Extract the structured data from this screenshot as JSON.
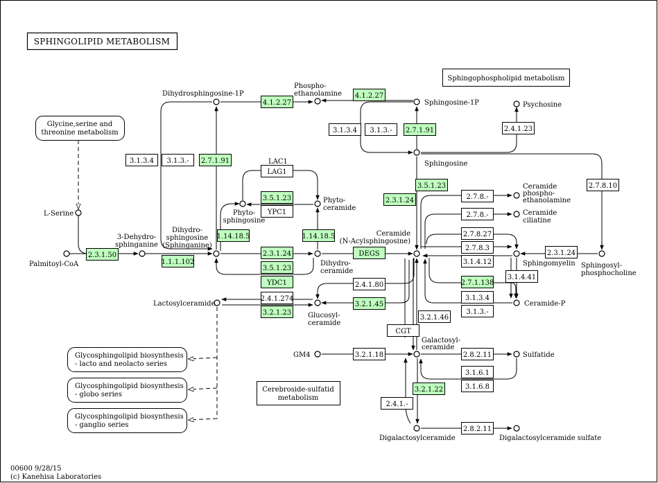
{
  "title": "SPHINGOLIPID  METABOLISM",
  "colors": {
    "enzyme_fill": "#bfffbf",
    "plain_fill": "#ffffff",
    "line": "#000000"
  },
  "footer": {
    "id_date": "00600 9/28/15",
    "copyright": "(c) Kanehisa Laboratories"
  },
  "compounds": {
    "palmitoyl_coa": "Palmitoyl-CoA",
    "l_serine": "L-Serine",
    "dehydro_sphinganine": [
      "3-Dehydro-",
      "sphinganine"
    ],
    "dihydrosphingosine": [
      "Dihydro-",
      "sphingosine",
      "(Sphinganine)"
    ],
    "dihydrosphingosine_1p": "Dihydrosphingosine-1P",
    "phosphoethanolamine": [
      "Phospho-",
      "ethanolamine"
    ],
    "sphingosine_1p": "Sphingosine-1P",
    "psychosine": "Psychosine",
    "sphingosine": "Sphingosine",
    "phytosphingosine": [
      "Phyto-",
      "sphingosine"
    ],
    "phytoceramide": [
      "Phyto-",
      "ceramide"
    ],
    "dihydroceramide": [
      "Dihydro-",
      "ceramide"
    ],
    "ceramide": [
      "Ceramide",
      "(N-Acylsphingosine)"
    ],
    "ceramide_phosphoethanolamine": [
      "Ceramide",
      "phospho-",
      "ethanolamine"
    ],
    "ceramide_ciliatine": [
      "Ceramide",
      "ciliatine"
    ],
    "sphingomyelin": "Sphingomyelin",
    "sphingosylphosphocholine": [
      "Sphingosyl-",
      "phosphocholine"
    ],
    "ceramide_p": "Ceramide-P",
    "lactosylceramide": "Lactosylceramide",
    "glucosylceramide": [
      "Glucosyl-",
      "ceramide"
    ],
    "galactosylceramide": [
      "Galactosyl-",
      "ceramide"
    ],
    "gm4": "GM4",
    "sulfatide": "Sulfatide",
    "digalactosylceramide": "Digalactosylceramide",
    "digalactosylceramide_sulfate": "Digalactosylceramide sulfate"
  },
  "maps": {
    "sphingophospholipid": "Sphingophospholipid metabolism",
    "glycine": [
      "Glycine,serine and",
      "threonine metabolism"
    ],
    "cerebroside": [
      "Cerebroside-sulfatid",
      "metabolism"
    ],
    "lacto": [
      "Glycosphingolipid biosynthesis",
      "- lacto and neolacto series"
    ],
    "globo": [
      "Glycosphingolipid biosynthesis",
      "- globo series"
    ],
    "ganglio": [
      "Glycosphingolipid biosynthesis",
      "- ganglio series"
    ]
  },
  "gene_labels": {
    "lac1": "LAC1"
  },
  "enzymes": {
    "e_2_3_1_50": "2.3.1.50",
    "e_1_1_1_102": "1.1.1.102",
    "e_2_7_1_91_a": "2.7.1.91",
    "e_3_1_3_4_a": "3.1.3.4",
    "e_3_1_3_a": "3.1.3.-",
    "e_4_1_2_27_a": "4.1.2.27",
    "e_4_1_2_27_b": "4.1.2.27",
    "e_3_1_3_4_b": "3.1.3.4",
    "e_3_1_3_b": "3.1.3.-",
    "e_2_7_1_91_b": "2.7.1.91",
    "e_2_4_1_23": "2.4.1.23",
    "e_lag1": "LAG1",
    "e_3_5_1_23_a": "3.5.1.23",
    "e_ypc1": "YPC1",
    "e_1_14_18_5_a": "1.14.18.5",
    "e_1_14_18_5_b": "1.14.18.5",
    "e_2_3_1_24_a": "2.3.1.24",
    "e_3_5_1_23_b": "3.5.1.23",
    "e_ydc1": "YDC1",
    "e_degs": "DEGS",
    "e_3_5_1_23_c": "3.5.1.23",
    "e_2_3_1_24_b": "2.3.1.24",
    "e_2_7_8_10": "2.7.8.10",
    "e_2_7_8_a": "2.7.8.-",
    "e_2_7_8_b": "2.7.8.-",
    "e_2_7_8_27": "2.7.8.27",
    "e_2_7_8_3": "2.7.8.3",
    "e_3_1_4_12": "3.1.4.12",
    "e_2_3_1_24_c": "2.3.1.24",
    "e_3_1_4_41": "3.1.4.41",
    "e_2_7_1_138": "2.7.1.138",
    "e_3_1_3_4_c": "3.1.3.4",
    "e_3_1_3_c": "3.1.3.-",
    "e_2_4_1_80": "2.4.1.80",
    "e_2_4_1_274": "2.4.1.274",
    "e_3_2_1_45": "3.2.1.45",
    "e_3_2_1_23_a": "3.2.1.23",
    "e_3_2_1_46": "3.2.1.46",
    "e_cgt": "CGT",
    "e_3_2_1_18": "3.2.1.18",
    "e_2_8_2_11_a": "2.8.2.11",
    "e_3_1_6_1": "3.1.6.1",
    "e_3_1_6_8": "3.1.6.8",
    "e_3_2_1_22": "3.2.1.22",
    "e_2_4_1": "2.4.1.-",
    "e_2_8_2_11_b": "2.8.2.11"
  }
}
